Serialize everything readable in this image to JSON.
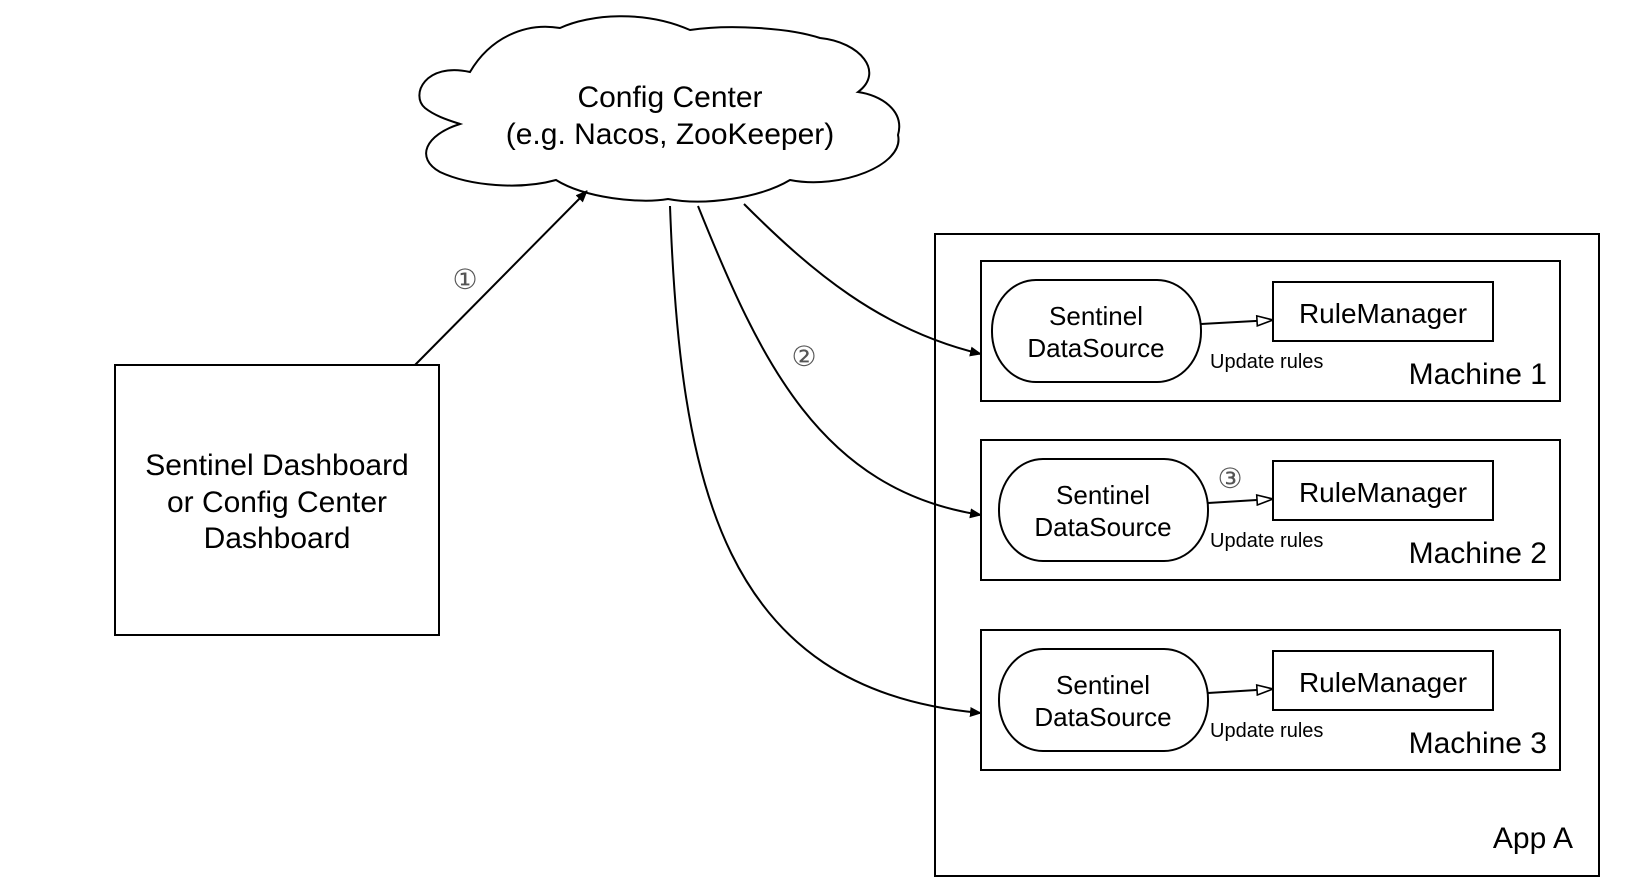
{
  "config_center": {
    "line1": "Config Center",
    "line2": "(e.g. Nacos, ZooKeeper)"
  },
  "dashboard": {
    "line1": "Sentinel Dashboard",
    "line2": "or Config Center",
    "line3": "Dashboard"
  },
  "app": {
    "label": "App A",
    "machines": [
      {
        "label": "Machine 1",
        "datasource_line1": "Sentinel",
        "datasource_line2": "DataSource",
        "rule_manager": "RuleManager",
        "edge_label": "Update rules"
      },
      {
        "label": "Machine 2",
        "datasource_line1": "Sentinel",
        "datasource_line2": "DataSource",
        "rule_manager": "RuleManager",
        "edge_label": "Update rules"
      },
      {
        "label": "Machine 3",
        "datasource_line1": "Sentinel",
        "datasource_line2": "DataSource",
        "rule_manager": "RuleManager",
        "edge_label": "Update rules"
      }
    ]
  },
  "steps": {
    "step1": "①",
    "step2": "②",
    "step3": "③"
  }
}
